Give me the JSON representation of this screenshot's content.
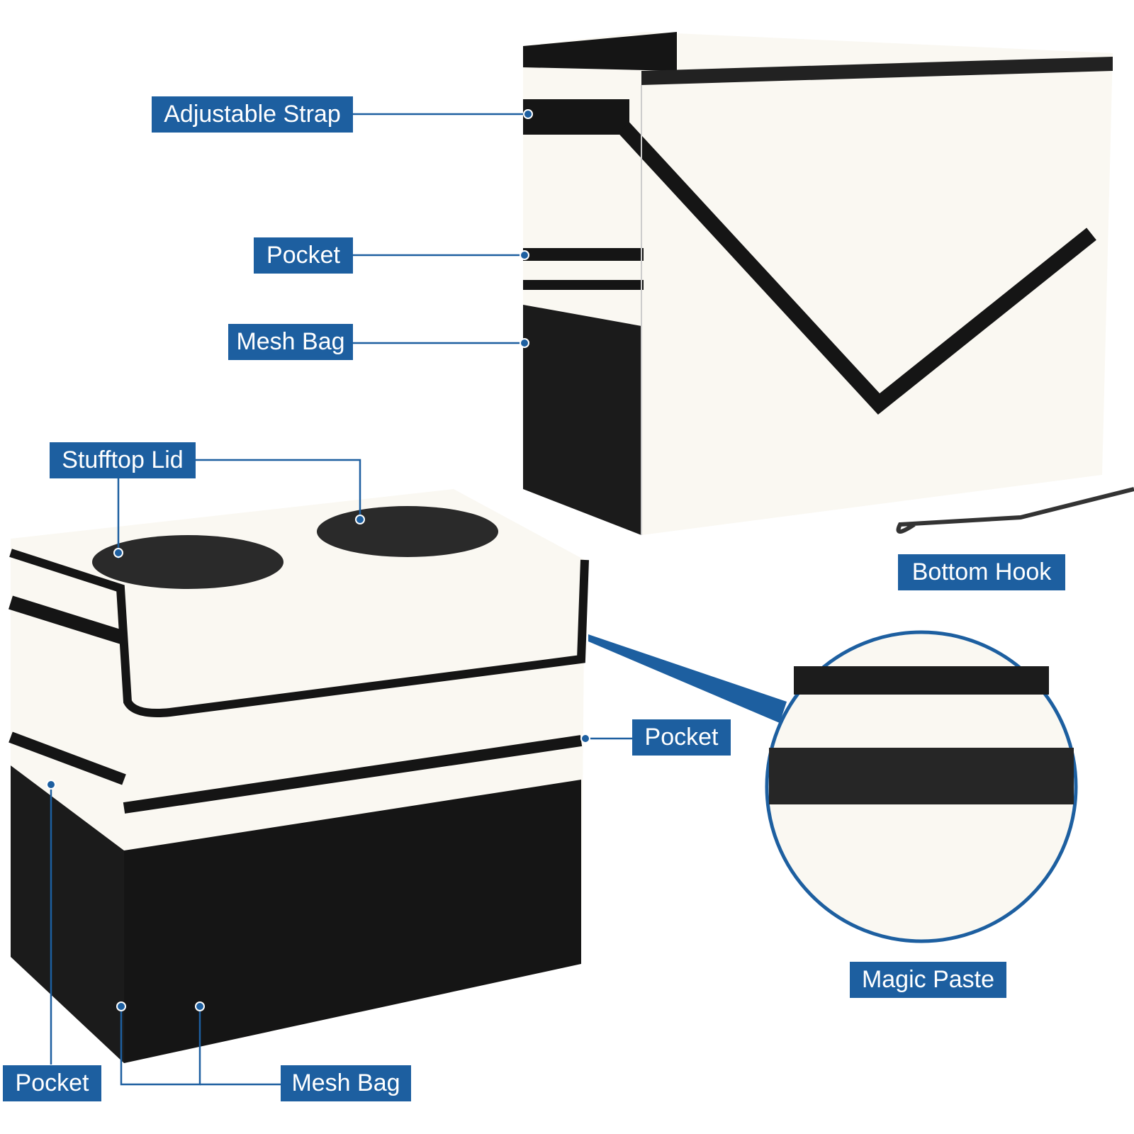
{
  "labels": {
    "adjustable_strap": "Adjustable Strap",
    "pocket_top": "Pocket",
    "mesh_bag_top": "Mesh Bag",
    "stufftop_lid": "Stufftop Lid",
    "bottom_hook": "Bottom Hook",
    "pocket_right": "Pocket",
    "magic_paste": "Magic Paste",
    "pocket_bottom": "Pocket",
    "mesh_bag_bottom": "Mesh Bag"
  },
  "colors": {
    "label_bg": "#1d5fa0",
    "fabric": "#faf8f2",
    "bunny": "#1f4f9a",
    "carrot": "#e8823a",
    "black": "#151515"
  }
}
